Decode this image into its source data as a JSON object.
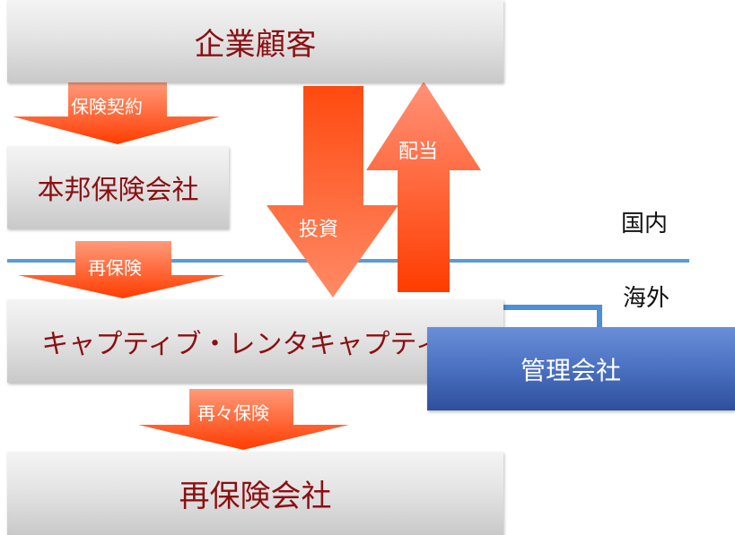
{
  "boxes": {
    "top": "企業顧客",
    "honpo": "本邦保険会社",
    "captive": "キャプティブ・レンタキャプティブ",
    "reinsurer": "再保険会社",
    "management": "管理会社"
  },
  "regions": {
    "domestic": "国内",
    "overseas": "海外"
  },
  "arrows": {
    "insurance_contract": "保険契約",
    "reinsurance": "再保険",
    "retrocession": "再々保険",
    "investment": "投資",
    "dividend": "配当"
  },
  "colors": {
    "arrow_top": "#ff9a7a",
    "arrow_bottom": "#ff3c00",
    "box_text": "#8b0f12",
    "divider_line": "#5b9bd5",
    "management_box": "#4a70c0"
  }
}
